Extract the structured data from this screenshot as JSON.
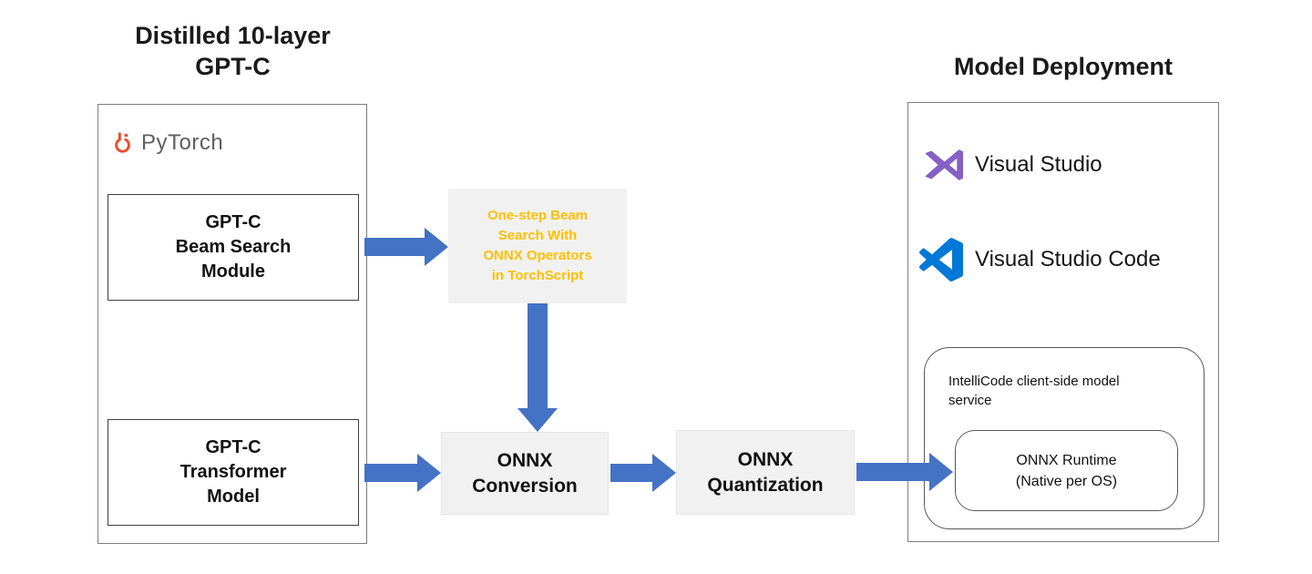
{
  "colors": {
    "arrow_blue": "#4472C4",
    "highlight_yellow": "#FFC000",
    "pytorch_orange": "#EE4C2C",
    "vs_purple": "#8661C5",
    "vscode_blue": "#0078D7",
    "box_gray_bg": "#F1F1F1"
  },
  "left_panel": {
    "title_lines": [
      "Distilled 10-layer",
      "GPT-C"
    ],
    "pytorch_label": "PyTorch",
    "beam_search_box_lines": [
      "GPT-C",
      "Beam Search",
      "Module"
    ],
    "transformer_box_lines": [
      "GPT-C",
      "Transformer",
      "Model"
    ]
  },
  "pipeline": {
    "beam_search_onnx_box_lines": [
      "One-step Beam",
      "Search With",
      "ONNX Operators",
      "in TorchScript"
    ],
    "onnx_conversion_box_lines": [
      "ONNX",
      "Conversion"
    ],
    "onnx_quantization_box_lines": [
      "ONNX",
      "Quantization"
    ]
  },
  "right_panel": {
    "title": "Model Deployment",
    "visual_studio_label": "Visual Studio",
    "visual_studio_code_label": "Visual Studio Code",
    "intellicode_service_label": "IntelliCode client-side model service",
    "onnx_runtime_lines": [
      "ONNX Runtime",
      "(Native per OS)"
    ]
  }
}
